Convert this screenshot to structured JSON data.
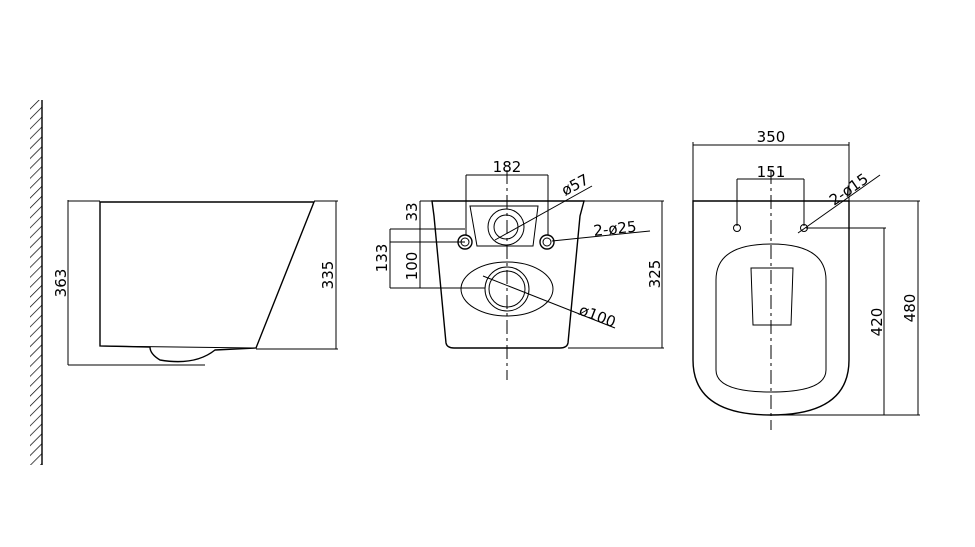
{
  "side_view": {
    "height_overall": "363",
    "height_body": "335"
  },
  "back_view": {
    "inlet_spacing": "182",
    "inlet_diameter": "ø57",
    "bolt_holes": "2-ø25",
    "dim_33": "33",
    "dim_133": "133",
    "dim_100": "100",
    "outlet_diameter": "ø100",
    "height": "325"
  },
  "top_view": {
    "width": "350",
    "hole_spacing": "151",
    "fixing_holes": "2-ø15",
    "depth_to_holes": "420",
    "depth_overall": "480"
  }
}
